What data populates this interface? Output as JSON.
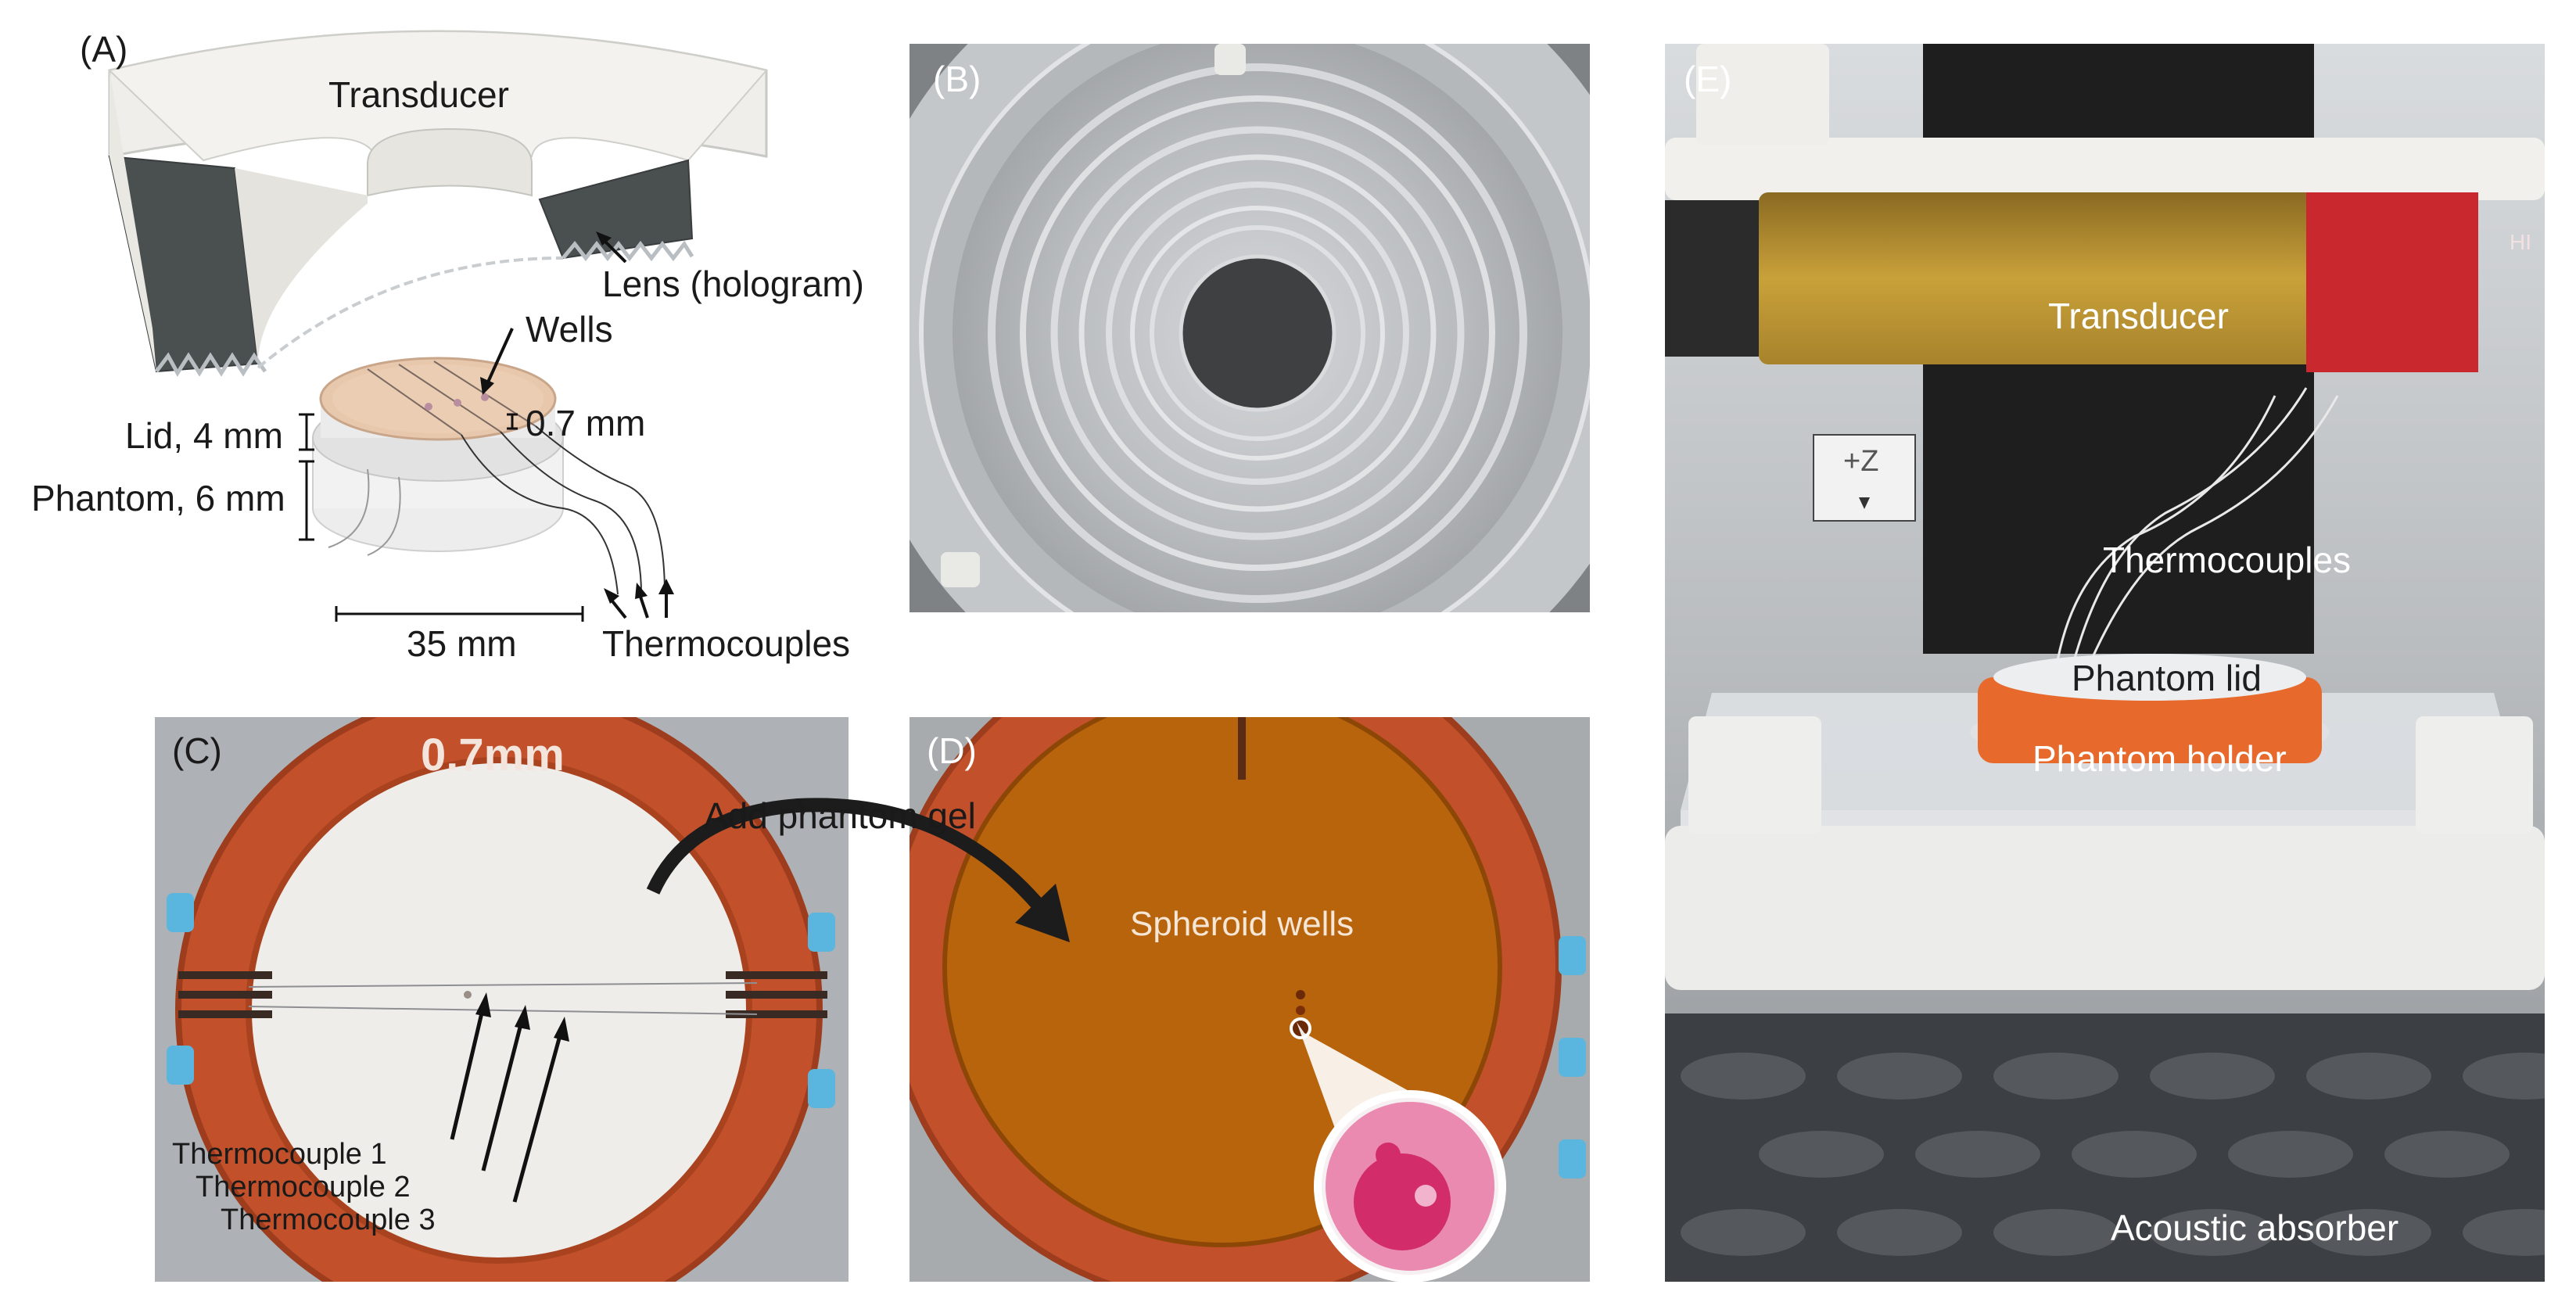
{
  "figure": {
    "panel_a": {
      "letter": "(A)",
      "transducer": "Transducer",
      "lens": "Lens (hologram)",
      "wells": "Wells",
      "well_size": "0.7 mm",
      "lid": "Lid, 4 mm",
      "phantom": "Phantom, 6 mm",
      "diameter": "35 mm",
      "thermocouples": "Thermocouples"
    },
    "panel_b": {
      "letter": "(B)"
    },
    "panel_c": {
      "letter": "(C)",
      "engraving": "0.7mm",
      "tc1": "Thermocouple 1",
      "tc2": "Thermocouple 2",
      "tc3": "Thermocouple 3",
      "arrow_text": "Add phantom gel"
    },
    "panel_d": {
      "letter": "(D)",
      "spheroid_wells": "Spheroid wells"
    },
    "panel_e": {
      "letter": "(E)",
      "transducer": "Transducer",
      "z_axis": "+Z",
      "thermocouples": "Thermocouples",
      "phantom_lid": "Phantom lid",
      "phantom_holder": "Phantom holder",
      "absorber": "Acoustic absorber",
      "label_text": "HI"
    },
    "colors": {
      "holder_orange": "#c2502a",
      "gel_amber": "#b8640c",
      "spheroid_pink": "#e0306f",
      "transducer_gold": "#c9a13a"
    }
  }
}
